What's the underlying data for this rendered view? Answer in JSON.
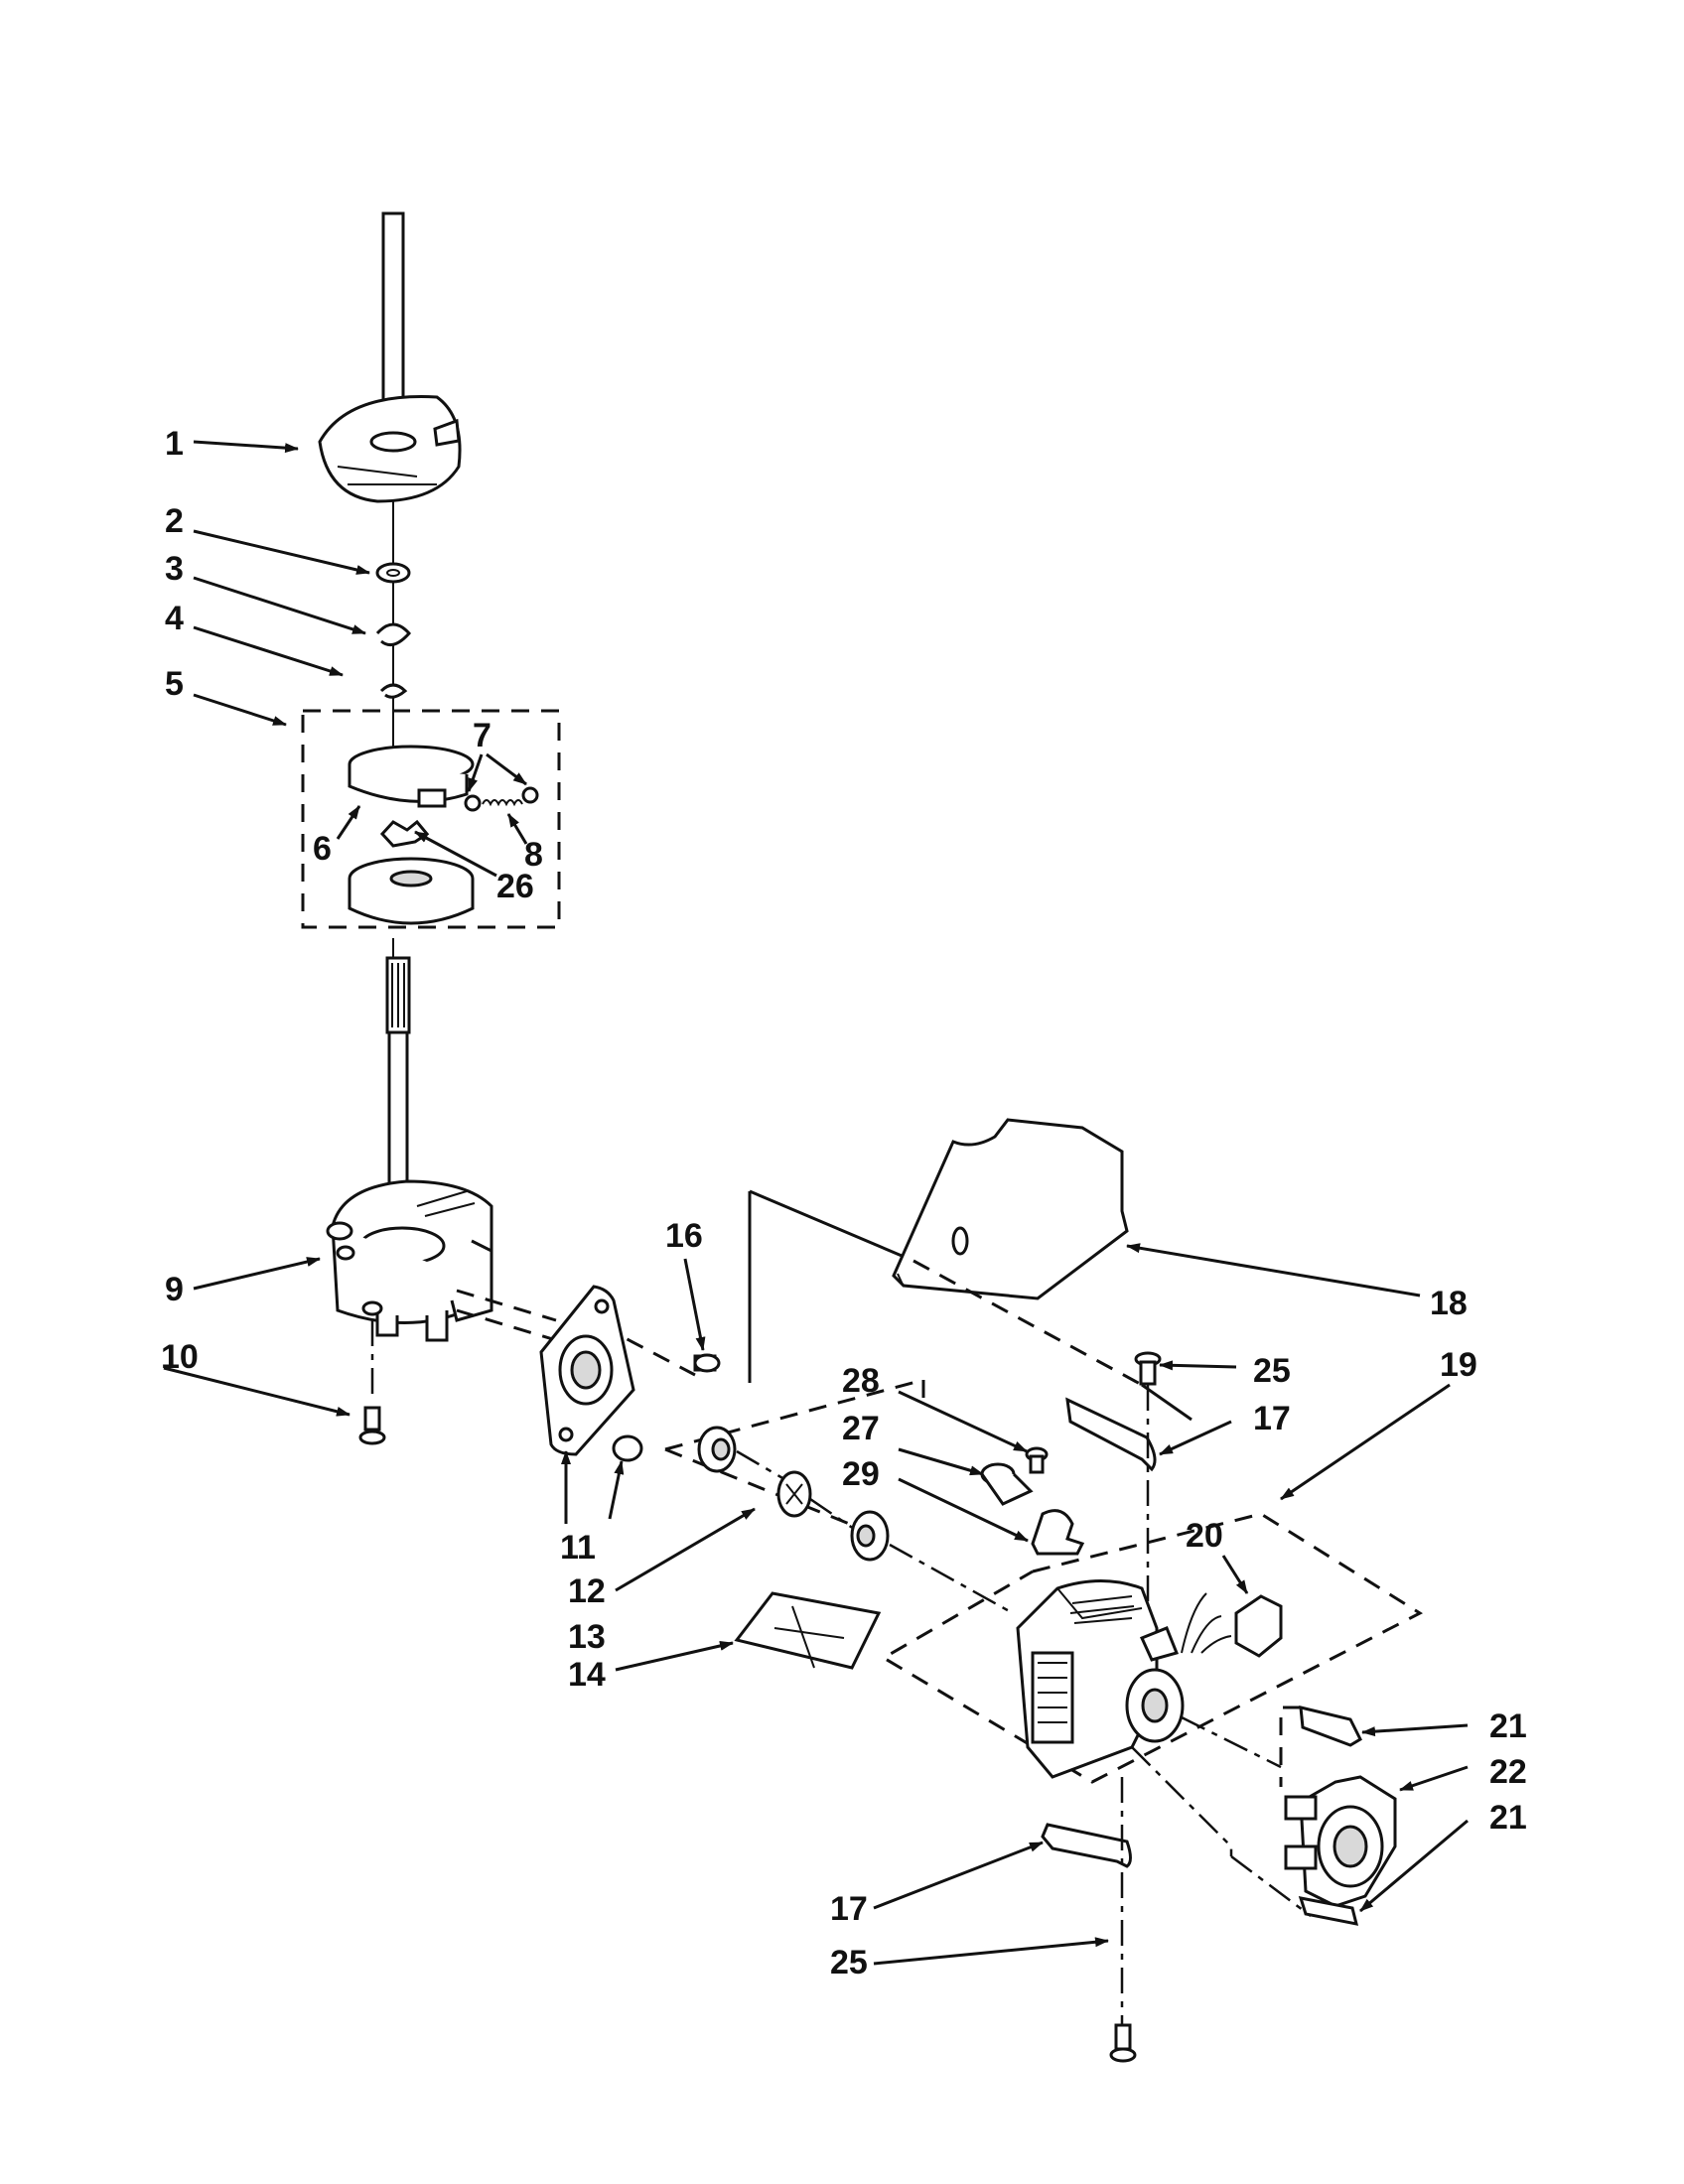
{
  "callouts": [
    {
      "id": "c1",
      "text": "1"
    },
    {
      "id": "c2",
      "text": "2"
    },
    {
      "id": "c3",
      "text": "3"
    },
    {
      "id": "c4",
      "text": "4"
    },
    {
      "id": "c5",
      "text": "5"
    },
    {
      "id": "c6",
      "text": "6"
    },
    {
      "id": "c7",
      "text": "7"
    },
    {
      "id": "c8",
      "text": "8"
    },
    {
      "id": "c26",
      "text": "26"
    },
    {
      "id": "c9",
      "text": "9"
    },
    {
      "id": "c10",
      "text": "10"
    },
    {
      "id": "c11",
      "text": "11"
    },
    {
      "id": "c12",
      "text": "12"
    },
    {
      "id": "c13",
      "text": "13"
    },
    {
      "id": "c14",
      "text": "14"
    },
    {
      "id": "c16",
      "text": "16"
    },
    {
      "id": "c18",
      "text": "18"
    },
    {
      "id": "c19",
      "text": "19"
    },
    {
      "id": "c25a",
      "text": "25"
    },
    {
      "id": "c17a",
      "text": "17"
    },
    {
      "id": "c28",
      "text": "28"
    },
    {
      "id": "c27",
      "text": "27"
    },
    {
      "id": "c29",
      "text": "29"
    },
    {
      "id": "c20",
      "text": "20"
    },
    {
      "id": "c21a",
      "text": "21"
    },
    {
      "id": "c22",
      "text": "22"
    },
    {
      "id": "c21b",
      "text": "21"
    },
    {
      "id": "c17b",
      "text": "17"
    },
    {
      "id": "c25b",
      "text": "25"
    }
  ]
}
